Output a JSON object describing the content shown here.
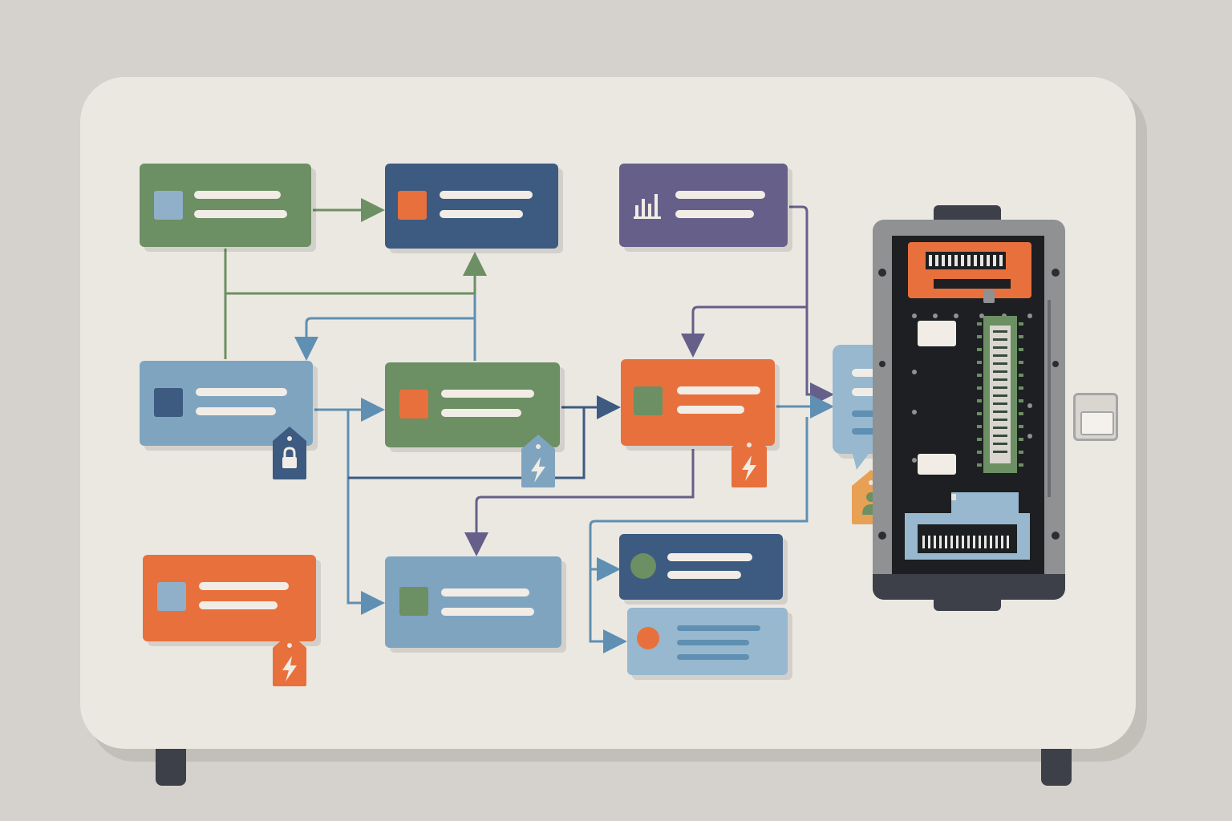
{
  "colors": {
    "background": "#d5d2cd",
    "board": "#ebe8e2",
    "green": "#6c8f63",
    "navy": "#3d5a80",
    "purple": "#655f8a",
    "lightblue": "#7fa4c0",
    "orange": "#e8703c",
    "paleblue": "#97b8cf",
    "amber": "#e8a055",
    "dark": "#3d4048",
    "textline": "#f1ede6"
  },
  "nodes": [
    {
      "id": "node-1",
      "color": "green",
      "icon": "lightblue-square-icon"
    },
    {
      "id": "node-2",
      "color": "navy",
      "icon": "orange-square-icon"
    },
    {
      "id": "node-3",
      "color": "purple",
      "icon": "bar-chart-icon"
    },
    {
      "id": "node-4",
      "color": "lightblue",
      "icon": "navy-square-icon",
      "badge": "lock-tag-icon"
    },
    {
      "id": "node-5",
      "color": "green",
      "icon": "orange-square-icon",
      "badge": "lightning-tag-icon"
    },
    {
      "id": "node-6",
      "color": "orange",
      "icon": "green-square-icon",
      "badge": "lightning-tag-icon"
    },
    {
      "id": "node-7",
      "color": "paleblue",
      "icon": "speech-bubble-icon",
      "badge": "user-tag-icon"
    },
    {
      "id": "node-8",
      "color": "orange",
      "icon": "lightblue-square-icon",
      "badge": "lightning-tag-icon"
    },
    {
      "id": "node-9",
      "color": "lightblue",
      "icon": "green-square-icon"
    },
    {
      "id": "node-10",
      "color": "navy",
      "icon": "green-circle-icon"
    },
    {
      "id": "node-11",
      "color": "paleblue",
      "icon": "orange-circle-icon"
    }
  ],
  "hardware": {
    "icon": "circuit-board-icon",
    "connector": "side-connector-icon"
  }
}
